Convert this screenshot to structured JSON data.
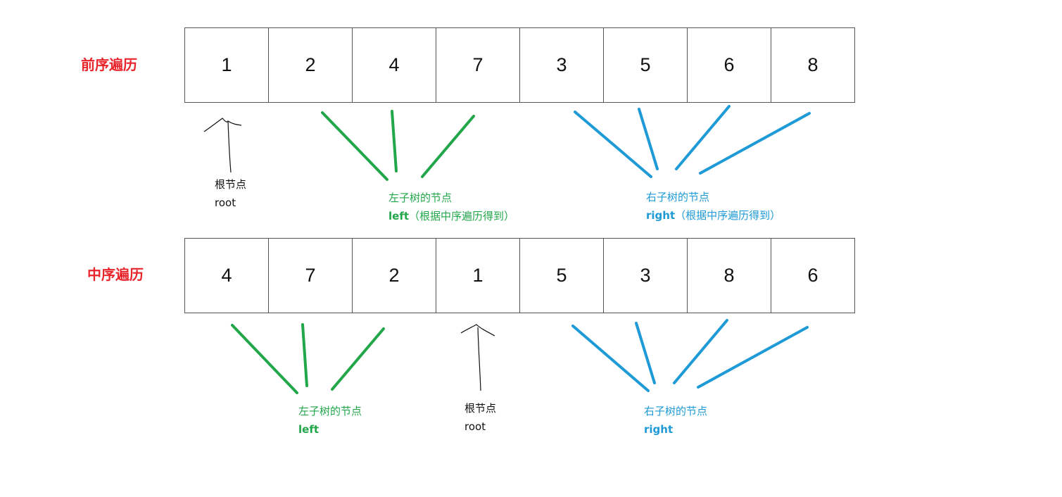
{
  "preorder": {
    "label": "前序遍历",
    "values": [
      "1",
      "2",
      "4",
      "7",
      "3",
      "5",
      "6",
      "8"
    ],
    "root_note": {
      "zh": "根节点",
      "en": "root"
    },
    "left_note": {
      "zh": "左子树的节点",
      "en": "left",
      "paren": "（根据中序遍历得到）"
    },
    "right_note": {
      "zh": "右子树的节点",
      "en": "right",
      "paren": "（根据中序遍历得到）"
    }
  },
  "inorder": {
    "label": "中序遍历",
    "values": [
      "4",
      "7",
      "2",
      "1",
      "5",
      "3",
      "8",
      "6"
    ],
    "root_note": {
      "zh": "根节点",
      "en": "root"
    },
    "left_note": {
      "zh": "左子树的节点",
      "en": "left"
    },
    "right_note": {
      "zh": "右子树的节点",
      "en": "right"
    }
  },
  "colors": {
    "label": "#e8252b",
    "left": "#22a64a",
    "right": "#1e9ad6",
    "root": "#111111"
  }
}
